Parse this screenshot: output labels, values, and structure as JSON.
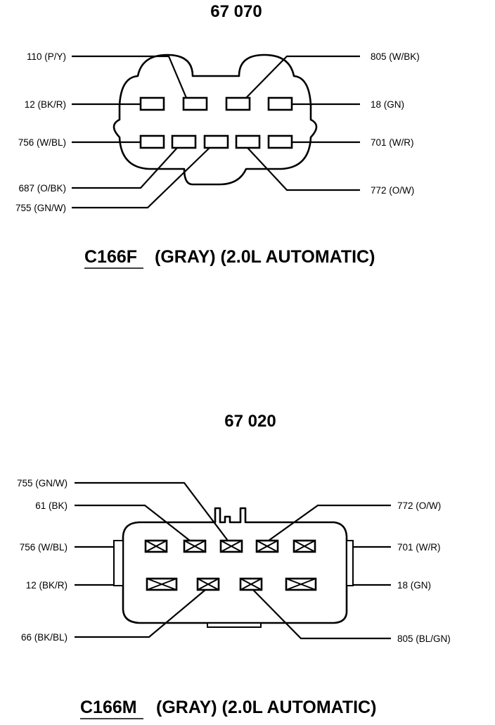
{
  "top": {
    "part_number": "67 070",
    "connector": "C166F",
    "caption_rest": "(GRAY)  (2.0L AUTOMATIC)",
    "wires_left": [
      "110 (P/Y)",
      "12 (BK/R)",
      "756 (W/BL)",
      "687 (O/BK)",
      "755 (GN/W)"
    ],
    "wires_right": [
      "805 (W/BK)",
      "18 (GN)",
      "701 (W/R)",
      "772 (O/W)"
    ]
  },
  "bottom": {
    "part_number": "67 020",
    "connector": "C166M",
    "caption_rest": "(GRAY)  (2.0L AUTOMATIC)",
    "wires_left": [
      "755 (GN/W)",
      "61 (BK)",
      "756 (W/BL)",
      "12 (BK/R)",
      "66 (BK/BL)"
    ],
    "wires_right": [
      "772 (O/W)",
      "701 (W/R)",
      "18 (GN)",
      "805 (BL/GN)"
    ]
  }
}
